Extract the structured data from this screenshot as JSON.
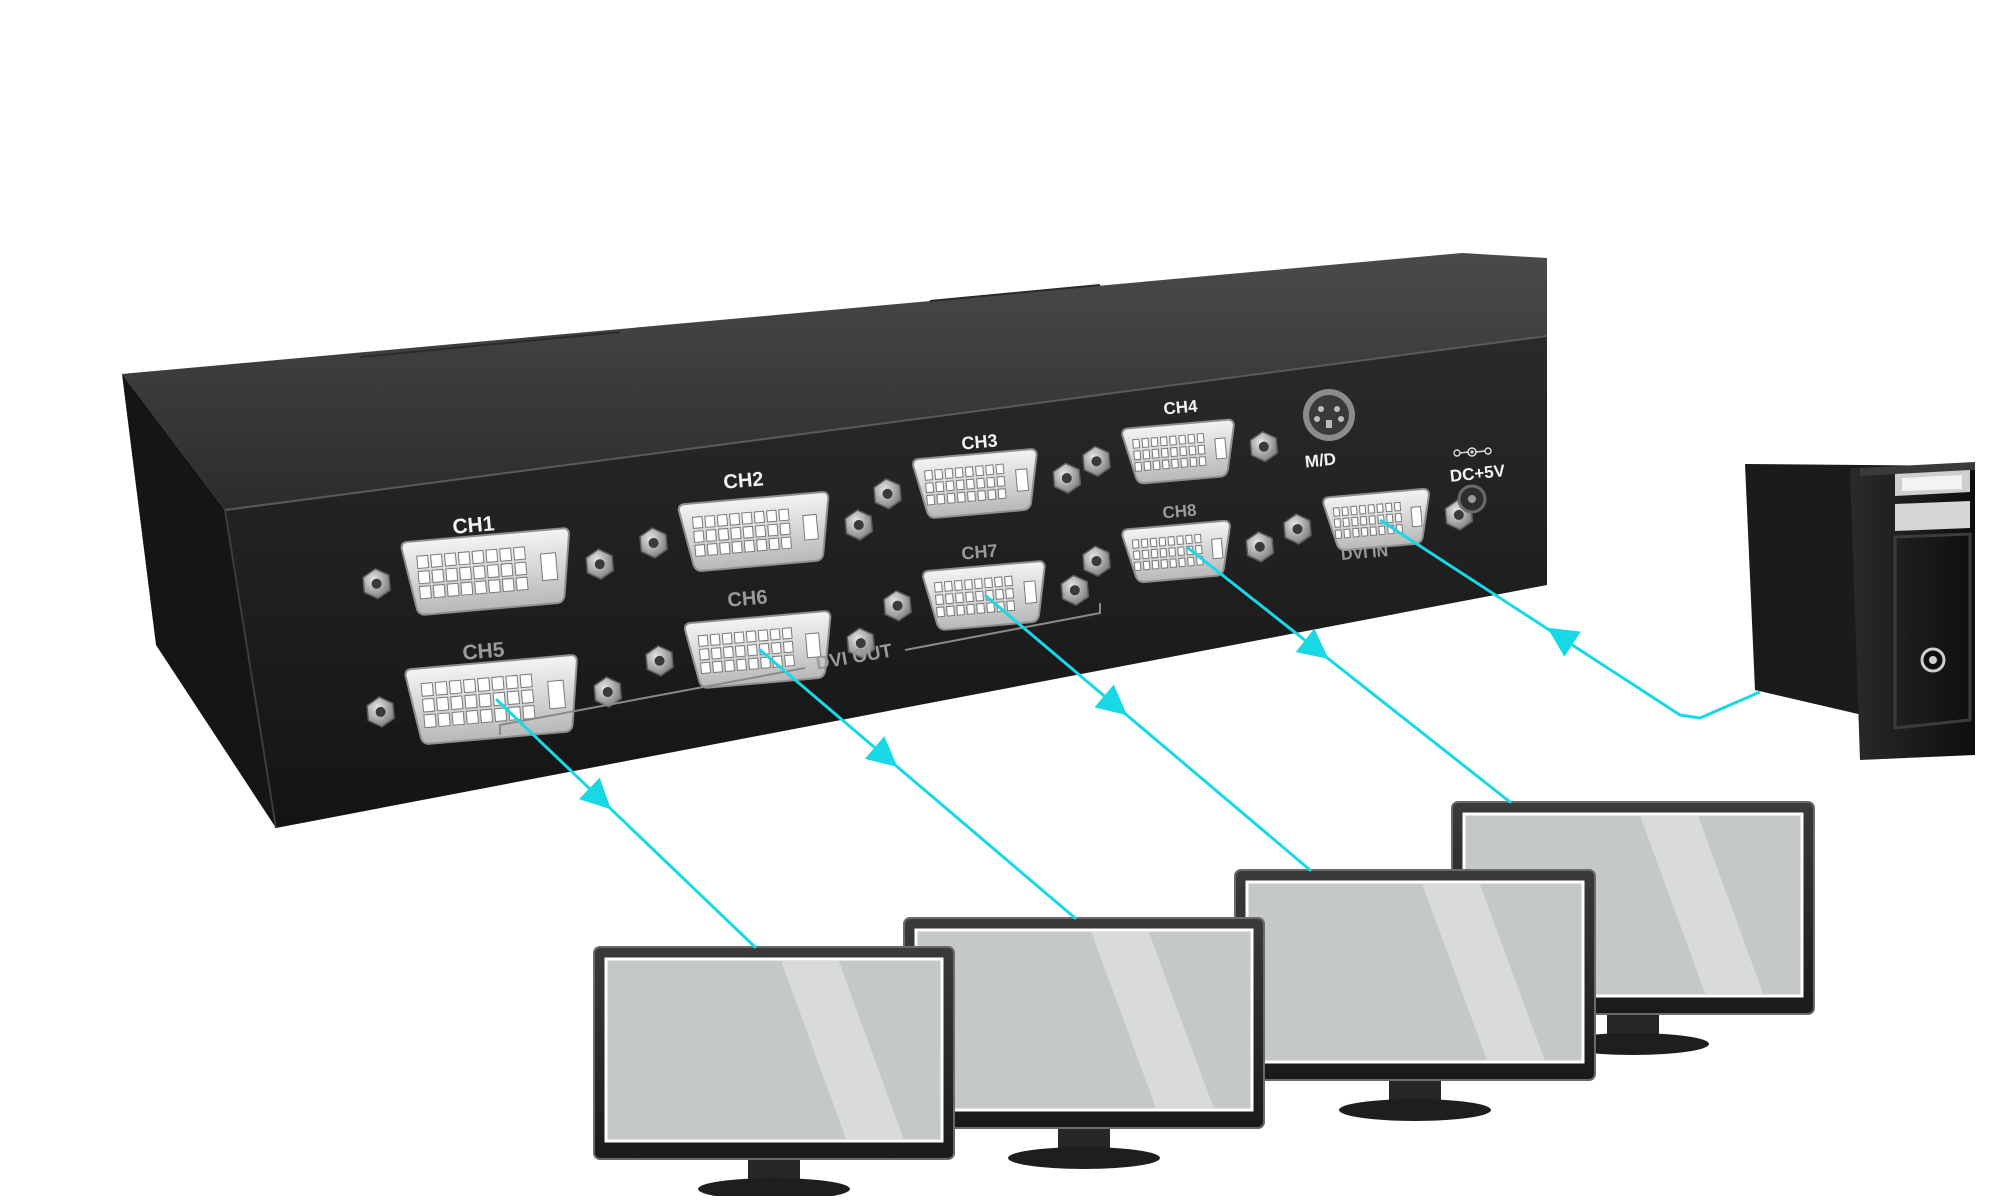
{
  "device": {
    "ports_top": [
      {
        "label": "CH1"
      },
      {
        "label": "CH2"
      },
      {
        "label": "CH3"
      },
      {
        "label": "CH4"
      }
    ],
    "ports_bottom": [
      {
        "label": "CH5"
      },
      {
        "label": "CH6"
      },
      {
        "label": "CH7"
      },
      {
        "label": "CH8"
      }
    ],
    "group_label": "DVI OUT",
    "md_label": "M/D",
    "dc_label": "DC+5V",
    "input_label": "DVI IN"
  },
  "colors": {
    "cable": "#18d8e6",
    "chassis_front": "#1e1e1e",
    "chassis_top": "#3a3a3a",
    "chassis_side": "#141414",
    "port": "#dcdcdc",
    "label_top_row": "#f2f2f2",
    "label_bottom_row": "#9a9a9a",
    "monitor_bezel": "#2b2b2b",
    "monitor_screen": "#c4c8c6"
  },
  "icons": {
    "computer": "pc-tower-icon",
    "display": "monitor-icon",
    "port": "dvi-port-icon"
  }
}
